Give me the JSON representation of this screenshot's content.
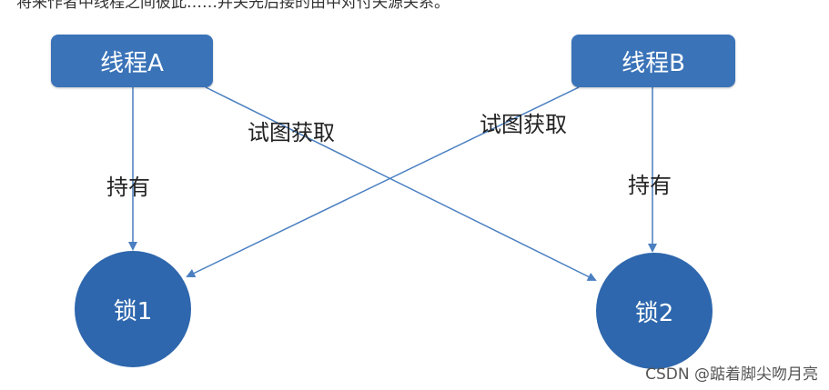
{
  "header": {
    "caption_cut": "将来作者中线程之间彼此……并关先后接的由中对付失源关系。"
  },
  "nodes": {
    "thread_a": "线程A",
    "thread_b": "线程B",
    "lock_1": "锁1",
    "lock_2": "锁2"
  },
  "edges": {
    "hold_a": "持有",
    "hold_b": "持有",
    "try_a": "试图获取",
    "try_b": "试图获取"
  },
  "watermark": "CSDN @踮着脚尖吻月亮",
  "colors": {
    "node_fill": "#3a73b8",
    "lock_fill": "#2e67ad",
    "arrow": "#4a7fc1"
  }
}
